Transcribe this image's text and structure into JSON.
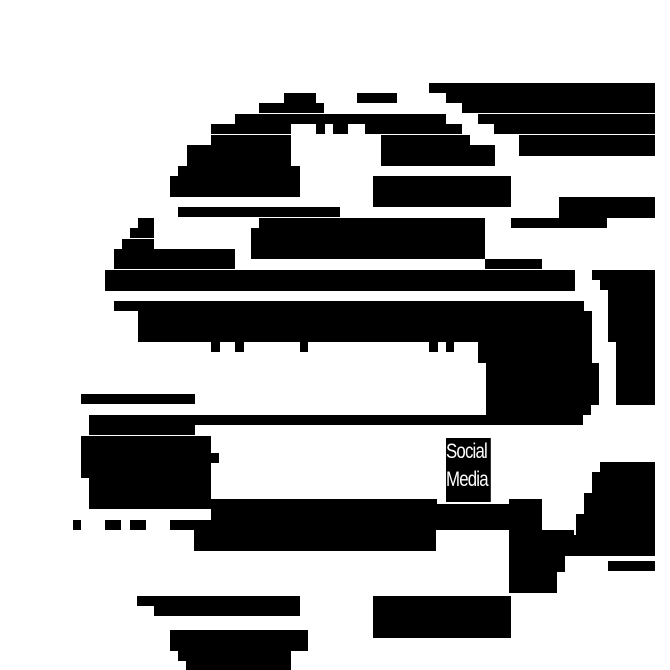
{
  "image": {
    "background": "#ffffff",
    "foreground": "#000000",
    "description": "pixelated black and white globe with horizontal bars"
  },
  "label": {
    "line1": "Social",
    "line2": "Media"
  },
  "shapes": [
    [
      429,
      83,
      226,
      10
    ],
    [
      446,
      93,
      209,
      10
    ],
    [
      462,
      103,
      193,
      10
    ],
    [
      478,
      114,
      177,
      10
    ],
    [
      494,
      124,
      161,
      10
    ],
    [
      519,
      135,
      136,
      21
    ],
    [
      284,
      93,
      32,
      10
    ],
    [
      357,
      93,
      40,
      10
    ],
    [
      259,
      103,
      65,
      10
    ],
    [
      235,
      114,
      211,
      10
    ],
    [
      211,
      124,
      80,
      10
    ],
    [
      316,
      124,
      9,
      10
    ],
    [
      333,
      124,
      15,
      10
    ],
    [
      365,
      124,
      97,
      10
    ],
    [
      211,
      135,
      80,
      10
    ],
    [
      381,
      135,
      89,
      10
    ],
    [
      187,
      145,
      104,
      21
    ],
    [
      381,
      145,
      114,
      21
    ],
    [
      178,
      166,
      122,
      10
    ],
    [
      170,
      176,
      130,
      21
    ],
    [
      373,
      176,
      138,
      31
    ],
    [
      559,
      197,
      96,
      21
    ],
    [
      178,
      207,
      162,
      10
    ],
    [
      511,
      218,
      96,
      10
    ],
    [
      138,
      218,
      16,
      10
    ],
    [
      259,
      218,
      226,
      10
    ],
    [
      130,
      228,
      24,
      10
    ],
    [
      251,
      228,
      234,
      21
    ],
    [
      122,
      239,
      32,
      10
    ],
    [
      114,
      249,
      121,
      10
    ],
    [
      251,
      249,
      234,
      10
    ],
    [
      485,
      259,
      57,
      10
    ],
    [
      114,
      259,
      121,
      10
    ],
    [
      105,
      270,
      470,
      21
    ],
    [
      592,
      270,
      63,
      10
    ],
    [
      600,
      280,
      55,
      10
    ],
    [
      114,
      301,
      470,
      10
    ],
    [
      138,
      311,
      454,
      31
    ],
    [
      608,
      290,
      47,
      21
    ],
    [
      608,
      311,
      47,
      31
    ],
    [
      211,
      342,
      9,
      10
    ],
    [
      235,
      342,
      9,
      10
    ],
    [
      300,
      342,
      8,
      10
    ],
    [
      429,
      342,
      9,
      10
    ],
    [
      446,
      342,
      8,
      10
    ],
    [
      478,
      342,
      114,
      21
    ],
    [
      486,
      363,
      113,
      42
    ],
    [
      616,
      342,
      39,
      63
    ],
    [
      486,
      405,
      105,
      10
    ],
    [
      478,
      415,
      105,
      10
    ],
    [
      81,
      394,
      114,
      10
    ],
    [
      89,
      415,
      106,
      10
    ],
    [
      195,
      415,
      283,
      10
    ],
    [
      89,
      425,
      106,
      10
    ],
    [
      81,
      436,
      130,
      21
    ],
    [
      211,
      453,
      8,
      10
    ],
    [
      81,
      457,
      130,
      21
    ],
    [
      89,
      478,
      122,
      21
    ],
    [
      89,
      499,
      122,
      10
    ],
    [
      211,
      499,
      331,
      21
    ],
    [
      73,
      520,
      8,
      10
    ],
    [
      105,
      520,
      16,
      10
    ],
    [
      130,
      520,
      16,
      10
    ],
    [
      170,
      520,
      372,
      10
    ],
    [
      194,
      530,
      242,
      21
    ],
    [
      509,
      530,
      65,
      21
    ],
    [
      608,
      561,
      47,
      10
    ],
    [
      600,
      462,
      55,
      10
    ],
    [
      592,
      472,
      63,
      21
    ],
    [
      584,
      493,
      71,
      21
    ],
    [
      576,
      514,
      79,
      21
    ],
    [
      559,
      535,
      96,
      21
    ],
    [
      509,
      551,
      56,
      21
    ],
    [
      509,
      572,
      48,
      21
    ],
    [
      137,
      596,
      163,
      10
    ],
    [
      154,
      606,
      146,
      10
    ],
    [
      373,
      596,
      138,
      21
    ],
    [
      373,
      617,
      138,
      21
    ],
    [
      170,
      630,
      138,
      21
    ],
    [
      178,
      651,
      113,
      10
    ],
    [
      186,
      661,
      105,
      9
    ]
  ]
}
